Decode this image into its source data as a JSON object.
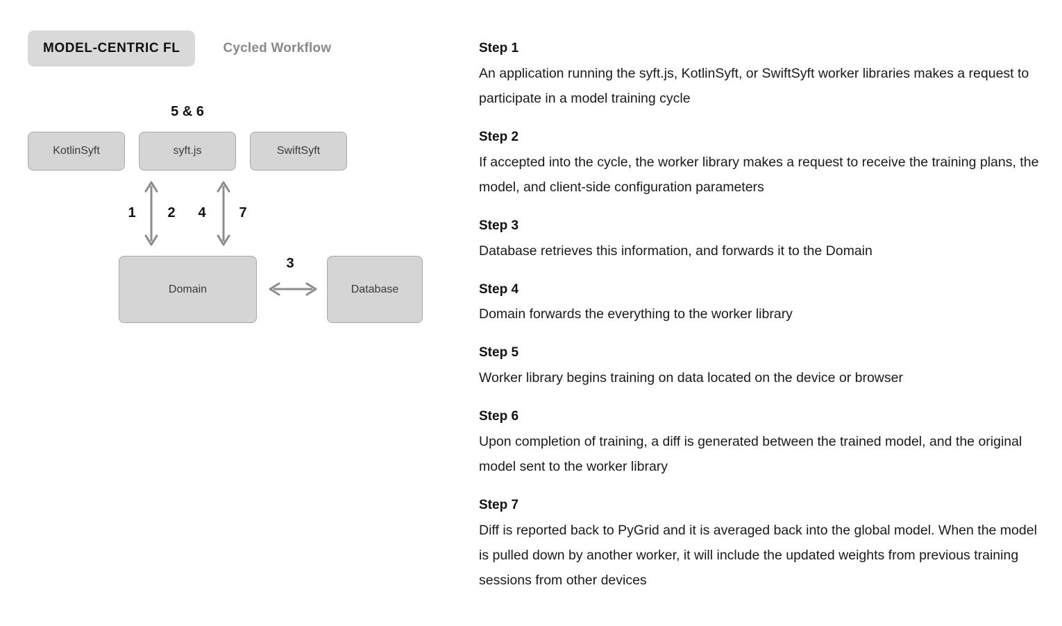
{
  "header": {
    "tabs": [
      {
        "label": "MODEL-CENTRIC FL",
        "active": true
      },
      {
        "label": "Cycled Workflow",
        "active": false
      }
    ]
  },
  "diagram": {
    "nodes": {
      "kotlinsyft": "KotlinSyft",
      "syftjs": "syft.js",
      "swiftsyft": "SwiftSyft",
      "domain": "Domain",
      "database": "Database"
    },
    "labels": {
      "five_and_six": "5 & 6",
      "one": "1",
      "two": "2",
      "four": "4",
      "seven": "7",
      "three": "3"
    },
    "colors": {
      "node_fill": "#d5d5d5",
      "node_border": "#a8a8a8",
      "arrow": "#8c8c8c",
      "tab_active_bg": "#d9d9d9",
      "tab_inactive_text": "#8a8a8a"
    }
  },
  "steps": [
    {
      "title": "Step 1",
      "body": "An application running the syft.js, KotlinSyft, or SwiftSyft worker libraries makes a request to participate in a model training cycle"
    },
    {
      "title": "Step 2",
      "body": "If accepted into the cycle, the worker library makes a request to receive the training plans, the model, and client-side configuration parameters"
    },
    {
      "title": "Step 3",
      "body": "Database retrieves this information, and forwards it to the Domain"
    },
    {
      "title": "Step 4",
      "body": "Domain forwards the everything to the worker library"
    },
    {
      "title": "Step 5",
      "body": "Worker library begins training on data located on the device or browser"
    },
    {
      "title": "Step 6",
      "body": "Upon completion of training, a diff is generated between the trained model, and the original model sent to the worker library"
    },
    {
      "title": "Step 7",
      "body": "Diff is reported back to PyGrid and it is averaged back into the global model. When the model is pulled down by another worker, it will include the updated weights from previous training sessions from other devices"
    }
  ]
}
